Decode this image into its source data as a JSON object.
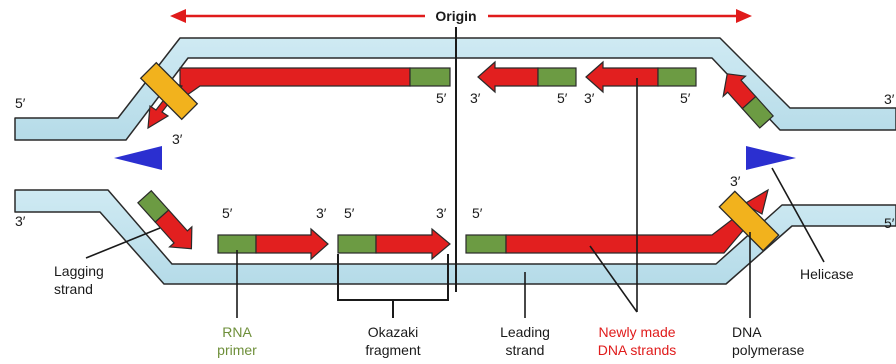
{
  "title": "Origin",
  "colors": {
    "parental_strand": "#bfe4ef",
    "strand_outline": "#2a2a2a",
    "new_dna": "#e21f1f",
    "rna_primer": "#6c9b43",
    "polymerase": "#f2b21d",
    "helicase": "#2b2fd0",
    "origin_arrow": "#e01b1b",
    "label_red": "#e01b1b",
    "label_green": "#6e8f3a"
  },
  "strand_ends": {
    "top_left": "5′",
    "top_right": "3′",
    "bottom_left": "3′",
    "bottom_right": "5′"
  },
  "top_fragments": {
    "lagging_fragment_5": "5′",
    "fragment2_3": "3′",
    "fragment2_5": "5′",
    "fragment3_3": "3′",
    "fragment3_5": "5′",
    "polymerase_3": "3′"
  },
  "bottom_fragments": {
    "lagging_start_5": "5′",
    "frag1_3": "3′",
    "frag2_5": "5′",
    "frag2_3": "3′",
    "leading_5": "5′",
    "polymerase_3": "3′"
  },
  "labels": {
    "lagging_strand": [
      "Lagging",
      "strand"
    ],
    "rna_primer": [
      "RNA",
      "primer"
    ],
    "okazaki_fragment": [
      "Okazaki",
      "fragment"
    ],
    "leading_strand": [
      "Leading",
      "strand"
    ],
    "new_dna_strands": [
      "Newly made",
      "DNA strands"
    ],
    "dna_polymerase": [
      "DNA",
      "polymerase"
    ],
    "helicase": "Helicase"
  }
}
